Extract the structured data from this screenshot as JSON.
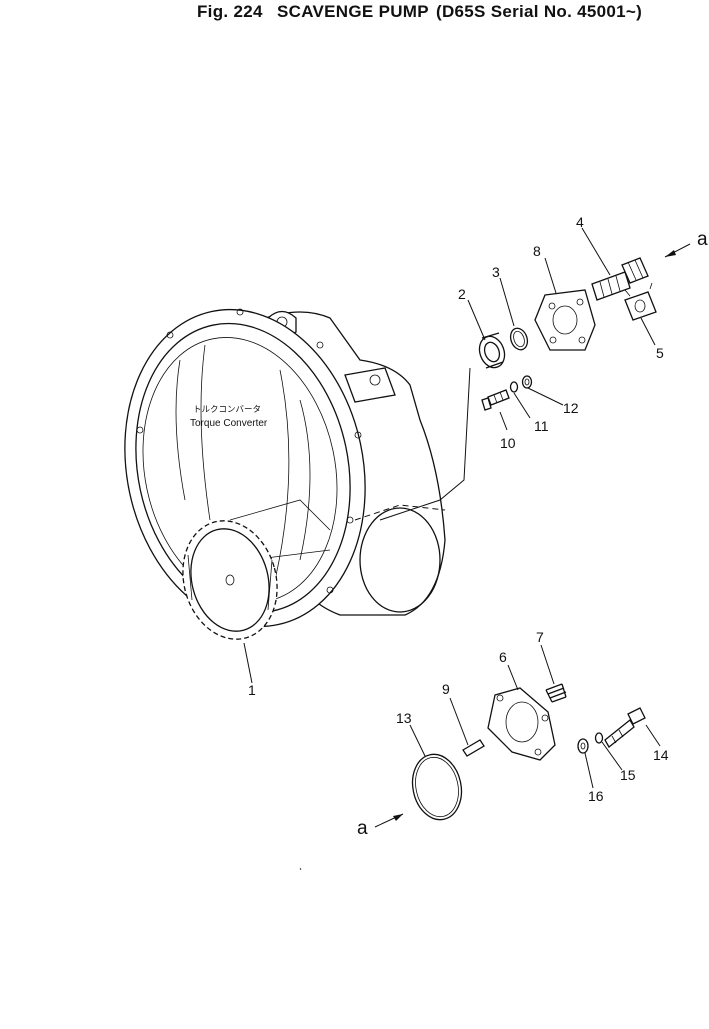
{
  "header": {
    "fig_label": "Fig. 224",
    "title": "SCAVENGE PUMP",
    "serial_note": "(D65S Serial No. 45001~)"
  },
  "diagram": {
    "housing_label_jp": "トルクコンバータ",
    "housing_label_en": "Torque Converter",
    "view_marker": "a",
    "callouts": [
      "1",
      "2",
      "3",
      "4",
      "5",
      "6",
      "7",
      "8",
      "9",
      "10",
      "11",
      "12",
      "13",
      "14",
      "15",
      "16"
    ]
  }
}
